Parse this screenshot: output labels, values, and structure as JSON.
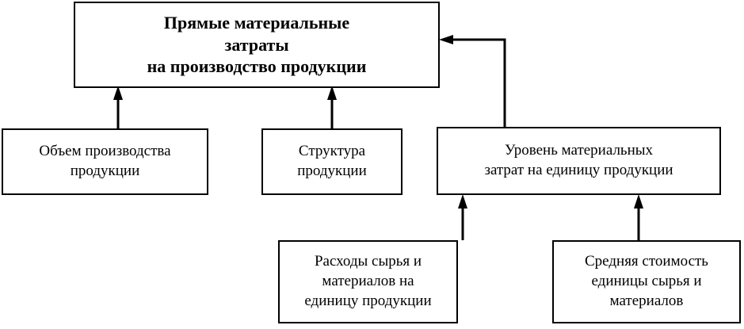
{
  "diagram": {
    "title_text": "Прямые материальные затраты на производство продукции",
    "type": "block-hierarchy",
    "colors": {
      "background": "#ffffff",
      "box_border": "#000000",
      "box_fill": "#ffffff",
      "connector": "#000000",
      "text": "#000000"
    },
    "nodes": [
      {
        "id": "root",
        "label": "Прямые материальные\nзатраты\nна производство продукции",
        "level": 0,
        "bold": true
      },
      {
        "id": "volume",
        "label": "Объем производства\nпродукции",
        "level": 1,
        "bold": false
      },
      {
        "id": "structure",
        "label": "Структура\nпродукции",
        "level": 1,
        "bold": false
      },
      {
        "id": "unit-cost-level",
        "label": "Уровень материальных\nзатрат на единицу продукции",
        "level": 1,
        "bold": false
      },
      {
        "id": "raw-material-usage",
        "label": "Расходы сырья и\nматериалов на\nединицу продукции",
        "level": 2,
        "bold": false
      },
      {
        "id": "average-unit-price",
        "label": "Средняя стоимость\nединицы сырья и\nматериалов",
        "level": 2,
        "bold": false
      }
    ],
    "edges": [
      {
        "id": "volume-to-root",
        "from": "volume",
        "to": "root",
        "style": "straight-up",
        "arrowhead": "up"
      },
      {
        "id": "structure-to-root",
        "from": "structure",
        "to": "root",
        "style": "straight-up",
        "arrowhead": "up"
      },
      {
        "id": "level-to-root",
        "from": "unit-cost-level",
        "to": "root",
        "style": "elbow",
        "arrowhead": "left"
      },
      {
        "id": "usage-to-level",
        "from": "raw-material-usage",
        "to": "unit-cost-level",
        "style": "straight-up",
        "arrowhead": "up"
      },
      {
        "id": "price-to-level",
        "from": "average-unit-price",
        "to": "unit-cost-level",
        "style": "straight-up",
        "arrowhead": "up"
      }
    ]
  }
}
